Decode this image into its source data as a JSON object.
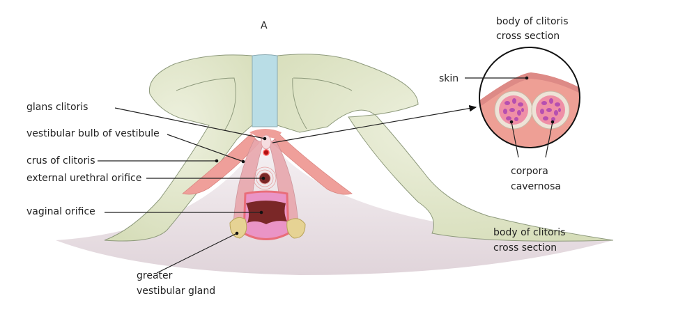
{
  "figure_label": "A",
  "labels": {
    "glans_clitoris": "glans  clitoris",
    "vestibular_bulb": "vestibular bulb of vestibule",
    "crus_of_clitoris": "crus of clitoris",
    "external_urethral_orifice": "external urethral orifice",
    "vaginal_orifice": "vaginal orifice",
    "greater_vestibular_gland_line1": "greater",
    "greater_vestibular_gland_line2": "vestibular gland",
    "inset_title_line1": "body of clitoris",
    "inset_title_line2": "cross section",
    "skin": "skin",
    "corpora_line1": "corpora",
    "corpora_line2": "cavernosa",
    "bottom_title_line1": "body of clitoris",
    "bottom_title_line2": "cross section"
  },
  "colors": {
    "bone": "#dfe5c6",
    "bone_stroke": "#8e9a7c",
    "symphysis": "#b9dde6",
    "tissue": "#ef9f9a",
    "perineum": "#efe6ea",
    "vaginal": "#7a2727",
    "gland": "#e6d394",
    "cavernosa": "#b64fb0"
  }
}
